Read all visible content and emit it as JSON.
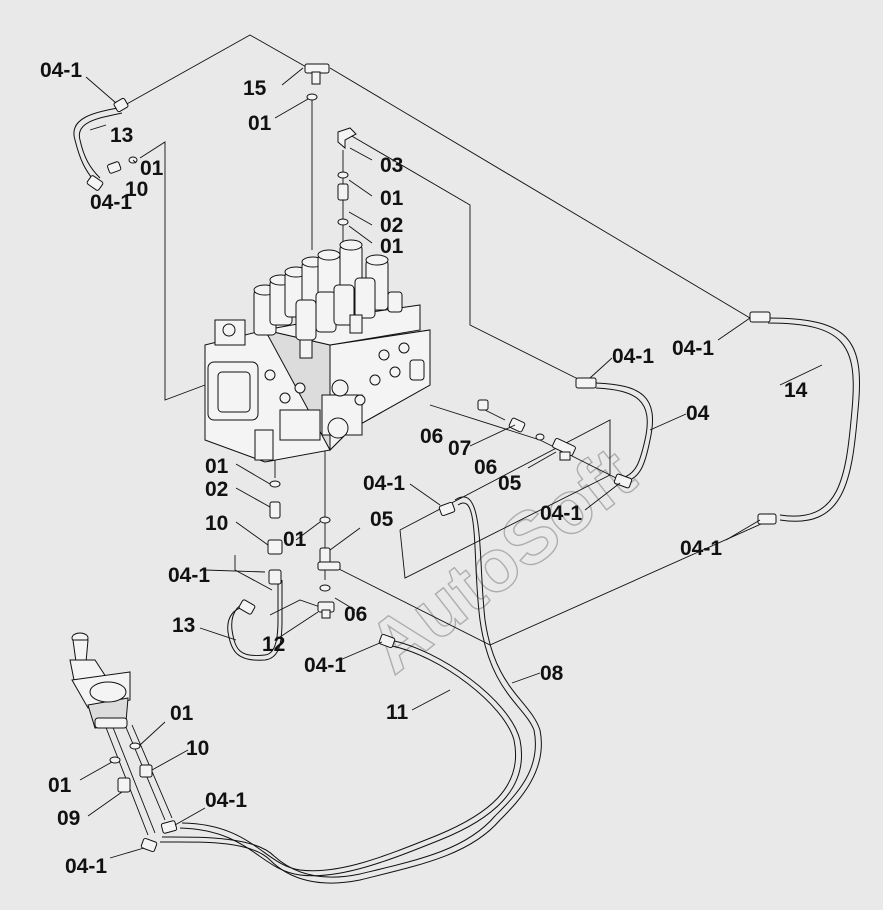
{
  "watermark": "AutoSoft",
  "callouts": [
    {
      "id": "c1",
      "text": "04-1"
    },
    {
      "id": "c2",
      "text": "13"
    },
    {
      "id": "c3",
      "text": "01"
    },
    {
      "id": "c4",
      "text": "10"
    },
    {
      "id": "c5",
      "text": "04-1"
    },
    {
      "id": "c6",
      "text": "15"
    },
    {
      "id": "c7",
      "text": "01"
    },
    {
      "id": "c8",
      "text": "03"
    },
    {
      "id": "c9",
      "text": "01"
    },
    {
      "id": "c10",
      "text": "02"
    },
    {
      "id": "c11",
      "text": "01"
    },
    {
      "id": "c12",
      "text": "04-1"
    },
    {
      "id": "c13",
      "text": "04-1"
    },
    {
      "id": "c14",
      "text": "14"
    },
    {
      "id": "c15",
      "text": "04"
    },
    {
      "id": "c16",
      "text": "06"
    },
    {
      "id": "c17",
      "text": "07"
    },
    {
      "id": "c18",
      "text": "06"
    },
    {
      "id": "c19",
      "text": "05"
    },
    {
      "id": "c20",
      "text": "04-1"
    },
    {
      "id": "c21",
      "text": "04-1"
    },
    {
      "id": "c22",
      "text": "04-1"
    },
    {
      "id": "c23",
      "text": "01"
    },
    {
      "id": "c24",
      "text": "02"
    },
    {
      "id": "c25",
      "text": "10"
    },
    {
      "id": "c26",
      "text": "01"
    },
    {
      "id": "c27",
      "text": "05"
    },
    {
      "id": "c28",
      "text": "04-1"
    },
    {
      "id": "c29",
      "text": "13"
    },
    {
      "id": "c30",
      "text": "12"
    },
    {
      "id": "c31",
      "text": "06"
    },
    {
      "id": "c32",
      "text": "04-1"
    },
    {
      "id": "c33",
      "text": "08"
    },
    {
      "id": "c34",
      "text": "11"
    },
    {
      "id": "c35",
      "text": "01"
    },
    {
      "id": "c36",
      "text": "10"
    },
    {
      "id": "c37",
      "text": "01"
    },
    {
      "id": "c38",
      "text": "09"
    },
    {
      "id": "c39",
      "text": "04-1"
    },
    {
      "id": "c40",
      "text": "04-1"
    }
  ]
}
